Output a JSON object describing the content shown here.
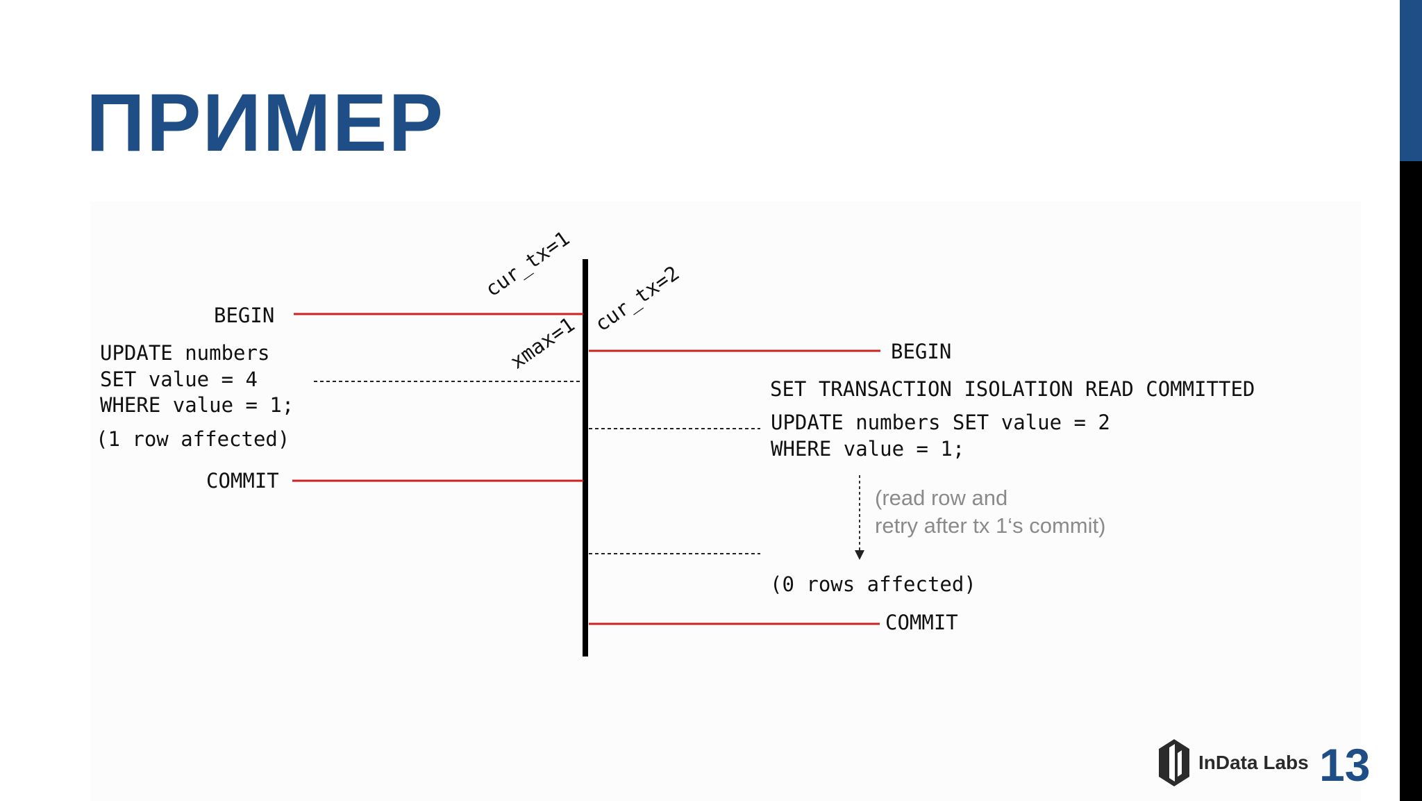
{
  "slide": {
    "title": "ПРИМЕР",
    "page_number": "13",
    "brand": "InData Labs",
    "colors": {
      "title": "#1f4e87",
      "accent_blue": "#1f4e87",
      "accent_black": "#000000",
      "event_line": "#cc2222"
    }
  },
  "diagram": {
    "timeline_labels": {
      "tx1": "cur_tx=1",
      "tx2": "cur_tx=2",
      "xmax": "xmax=1"
    },
    "left": {
      "begin": "BEGIN",
      "update_line1": "UPDATE numbers",
      "update_line2": "SET value = 4",
      "update_line3": "WHERE value = 1;",
      "affected": "(1 row affected)",
      "commit": "COMMIT"
    },
    "right": {
      "begin": "BEGIN",
      "isolation": "SET TRANSACTION ISOLATION READ COMMITTED",
      "update_line1": "UPDATE numbers SET value = 2",
      "update_line2": "WHERE value = 1;",
      "note_line1": "(read row and",
      "note_line2": "retry after tx 1‘s commit)",
      "affected": "(0 rows affected)",
      "commit": "COMMIT"
    }
  }
}
